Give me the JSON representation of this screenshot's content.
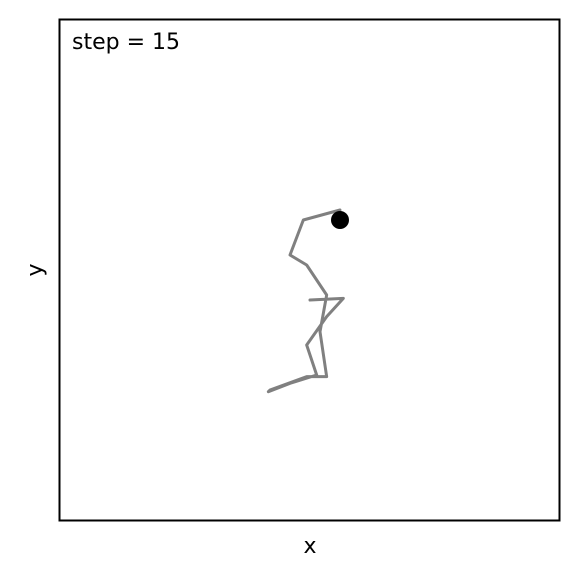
{
  "chart_data": {
    "type": "line",
    "xlabel": "x",
    "ylabel": "y",
    "annotation": "step =  15",
    "xlim": [
      -15,
      15
    ],
    "ylim": [
      -15,
      15
    ],
    "grid": false,
    "ticks": false,
    "series": [
      {
        "x": [
          0.0,
          2.0,
          1.0,
          -0.2,
          0.4,
          -1.2,
          -2.5,
          -2.4,
          -0.2,
          1.0,
          0.6,
          1.0,
          -0.2,
          -1.2,
          -0.4,
          1.8
        ],
        "y": [
          -1.8,
          -1.7,
          -2.8,
          -4.5,
          -6.3,
          -6.8,
          -7.3,
          -7.2,
          -6.4,
          -6.4,
          -3.7,
          -1.5,
          0.3,
          0.9,
          3.0,
          3.6
        ],
        "line_color": "#808080"
      }
    ],
    "current_point": {
      "x": 1.8,
      "y": 3.0,
      "color": "#000000"
    }
  }
}
